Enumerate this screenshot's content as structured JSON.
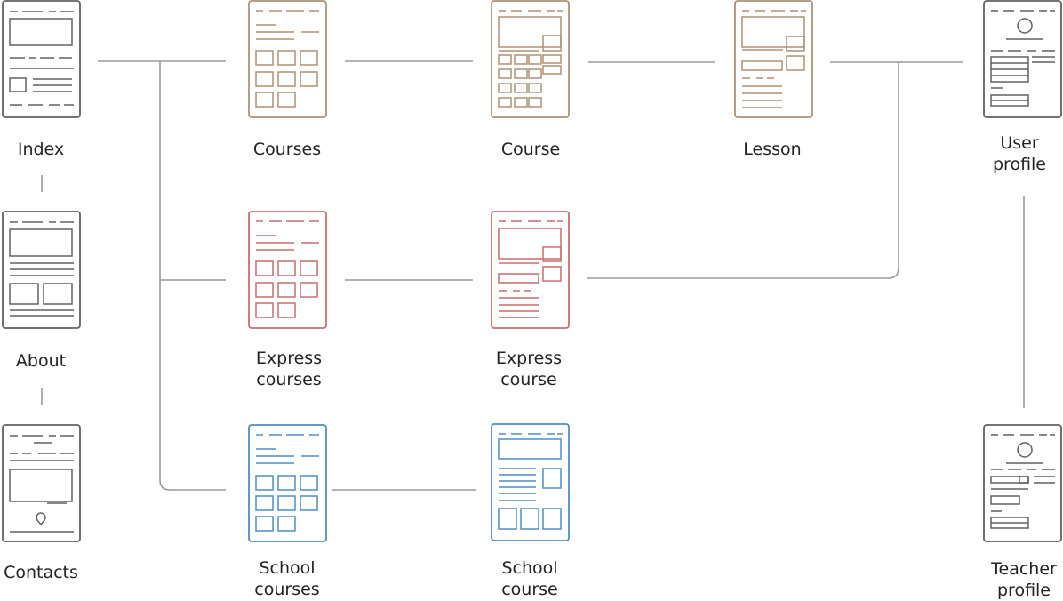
{
  "colors": {
    "gray": "#616161",
    "brown": "#ad9174",
    "red": "#c96e6e",
    "blue": "#4f8dc6",
    "connector": "#9a9a9a",
    "text": "#222222"
  },
  "pages": {
    "index": {
      "line1": "Index",
      "color": "gray",
      "icon": "index-page-wireframe-icon"
    },
    "about": {
      "line1": "About",
      "color": "gray",
      "icon": "about-page-wireframe-icon"
    },
    "contacts": {
      "line1": "Contacts",
      "color": "gray",
      "icon": "contacts-page-wireframe-icon"
    },
    "courses": {
      "line1": "Courses",
      "color": "brown",
      "icon": "courses-page-wireframe-icon"
    },
    "course": {
      "line1": "Course",
      "color": "brown",
      "icon": "course-page-wireframe-icon"
    },
    "lesson": {
      "line1": "Lesson",
      "color": "brown",
      "icon": "lesson-page-wireframe-icon"
    },
    "user_profile": {
      "line1": "User",
      "line2": "profile",
      "color": "gray",
      "icon": "user-profile-page-wireframe-icon"
    },
    "express_courses": {
      "line1": "Express",
      "line2": "courses",
      "color": "red",
      "icon": "express-courses-page-wireframe-icon"
    },
    "express_course": {
      "line1": "Express",
      "line2": "course",
      "color": "red",
      "icon": "express-course-page-wireframe-icon"
    },
    "school_courses": {
      "line1": "School",
      "line2": "courses",
      "color": "blue",
      "icon": "school-courses-page-wireframe-icon"
    },
    "school_course": {
      "line1": "School",
      "line2": "course",
      "color": "blue",
      "icon": "school-course-page-wireframe-icon"
    },
    "teacher_profile": {
      "line1": "Teacher",
      "line2": "profile",
      "color": "gray",
      "icon": "teacher-profile-page-wireframe-icon"
    }
  }
}
